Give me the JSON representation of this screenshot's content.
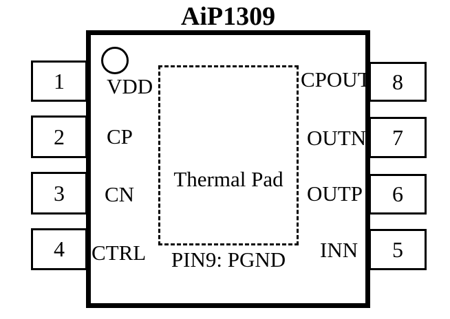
{
  "title": "AiP1309",
  "package": {
    "thermal_pad_label": "Thermal Pad",
    "pin9_note": "PIN9: PGND",
    "pin1_indicator": "circle"
  },
  "pins": {
    "left": [
      {
        "number": "1",
        "name": "VDD"
      },
      {
        "number": "2",
        "name": "CP"
      },
      {
        "number": "3",
        "name": "CN"
      },
      {
        "number": "4",
        "name": "CTRL"
      }
    ],
    "right": [
      {
        "number": "8",
        "name": "CPOUT"
      },
      {
        "number": "7",
        "name": "OUTN"
      },
      {
        "number": "6",
        "name": "OUTP"
      },
      {
        "number": "5",
        "name": "INN"
      }
    ]
  },
  "colors": {
    "ink": "#000000",
    "background": "#ffffff"
  }
}
